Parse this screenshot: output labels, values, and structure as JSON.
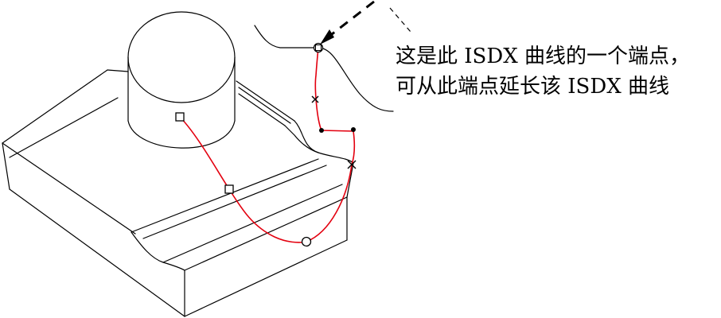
{
  "annotation": {
    "line1": "这是此 ISDX 曲线的一个端点，",
    "line2": "可从此端点延长该 ISDX 曲线"
  },
  "colors": {
    "curve": "#e3000f",
    "model": "#000000",
    "background": "#ffffff"
  },
  "icons": {
    "endpoint_marker": "circle-with-square",
    "interpolation_point": "square",
    "soft_point": "circle",
    "free_point": "x-mark",
    "control_point": "filled-dot"
  }
}
